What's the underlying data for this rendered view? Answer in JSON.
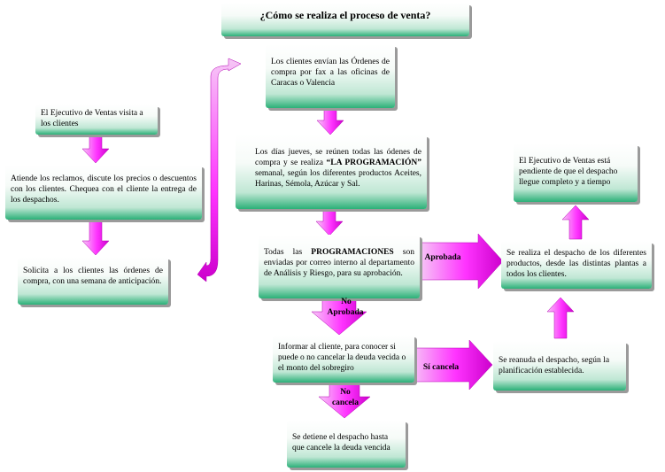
{
  "title": "¿Cómo se realiza el proceso de venta?",
  "steps": {
    "visit": "El    Ejecutivo de Ventas visita a los clientes",
    "attend": "Atiende los reclamos, discute los precios o descuentos con los clientes. Chequea con el cliente la entrega de los despachos.",
    "request": "Solicita a los clientes las órdenes de compra, con una semana de anticipación.",
    "send_orders": "Los clientes envían las Órdenes de compra por fax a las oficinas de Caracas o Valencia",
    "meeting": {
      "pre": "Los días jueves, se reúnen todas las ódenes de compra y se realiza ",
      "bold": "“LA PROGRAMACIÓN”",
      "post": " semanal, según los diferentes productos Aceites, Harinas, Sémola, Azúcar y Sal."
    },
    "programs": {
      "pre": "Todas las ",
      "bold": "PROGRAMACIONES",
      "post": " son enviadas por correo interno al departamento de Análisis y Riesgo, para su aprobación."
    },
    "dispatch": "Se realiza el despacho de los diferentes productos, desde las distintas plantas a todos los clientes.",
    "pending": "El Ejecutivo de Ventas está pendiente de que el despacho llegue completo y a tiempo",
    "inform": "Informar al cliente, para conocer si puede o no cancelar la deuda vecida o el monto del sobregiro",
    "resume": "Se reanuda el despacho, según la planificación establecida.",
    "stop": "Se detiene el despacho hasta que cancele la deuda vencida"
  },
  "labels": {
    "approved": "Aprobada",
    "not_approved_1": "No",
    "not_approved_2": "Aprobada",
    "pays": "Sí cancela",
    "not_pays_1": "No",
    "not_pays_2": "cancela"
  },
  "colors": {
    "arrow_magenta": "#ff00ff",
    "box_green": "#2bb078"
  }
}
